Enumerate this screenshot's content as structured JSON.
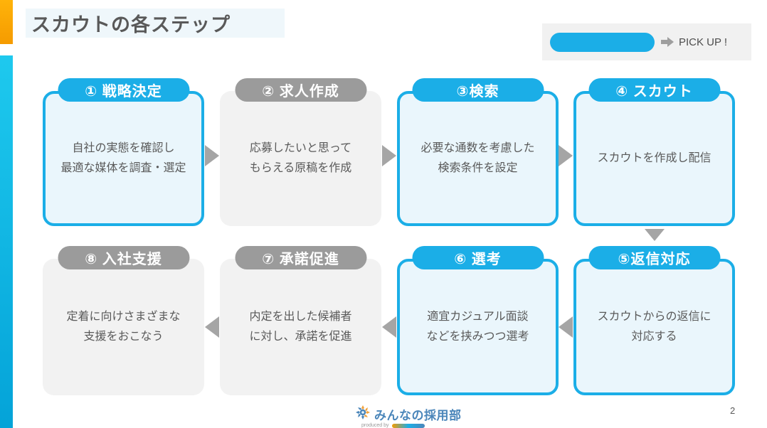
{
  "page": {
    "title": "スカウトの各ステップ",
    "page_number": "2"
  },
  "legend": {
    "label": "PICK UP !",
    "arrow_icon": "arrow-right",
    "pill_color": "#1BAEE7"
  },
  "footer": {
    "logo_text": "みんなの採用部",
    "produced_by": "produced by"
  },
  "colors": {
    "accent_blue": "#1BAEE7",
    "light_blue_fill": "#EAF6FC",
    "gray_pill": "#9B9B9B",
    "gray_fill": "#F2F2F2",
    "text": "#595959",
    "arrow": "#A5A5A5",
    "edge_orange": "#F9A51B",
    "edge_cyan": "#13B9E4"
  },
  "steps": [
    {
      "id": 1,
      "label": "① 戦略決定",
      "body": "自社の実態を確認し\n最適な媒体を調査・選定",
      "highlighted": true
    },
    {
      "id": 2,
      "label": "② 求人作成",
      "body": "応募したいと思って\nもらえる原稿を作成",
      "highlighted": false
    },
    {
      "id": 3,
      "label": "③検索",
      "body": "必要な通数を考慮した\n検索条件を設定",
      "highlighted": true
    },
    {
      "id": 4,
      "label": "④ スカウト",
      "body": "スカウトを作成し配信",
      "highlighted": true
    },
    {
      "id": 5,
      "label": "⑤返信対応",
      "body": "スカウトからの返信に\n対応する",
      "highlighted": true
    },
    {
      "id": 6,
      "label": "⑥ 選考",
      "body": "適宜カジュアル面談\nなどを挟みつつ選考",
      "highlighted": true
    },
    {
      "id": 7,
      "label": "⑦ 承諾促進",
      "body": "内定を出した候補者\nに対し、承諾を促進",
      "highlighted": false
    },
    {
      "id": 8,
      "label": "⑧ 入社支援",
      "body": "定着に向けさまざまな\n支援をおこなう",
      "highlighted": false
    }
  ]
}
